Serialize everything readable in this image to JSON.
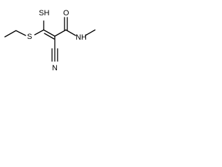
{
  "diagram": {
    "type": "skeletal-structure",
    "atom_labels": {
      "thiol": "SH",
      "thioether_sulfur": "S",
      "carbonyl_oxygen": "O",
      "amide_nh": "NH",
      "nitrile_nitrogen": "N"
    }
  }
}
